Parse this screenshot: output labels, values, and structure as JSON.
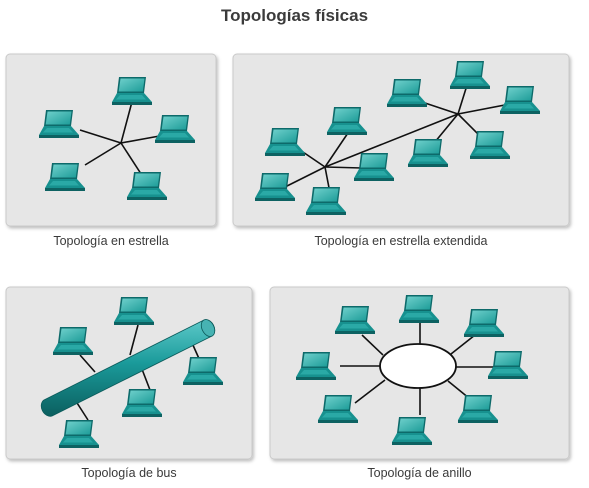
{
  "title": "Topologías físicas",
  "panels": {
    "star": {
      "caption": "Topología en estrella"
    },
    "extended_star": {
      "caption": "Topología en estrella extendida"
    },
    "bus": {
      "caption": "Topología de bus"
    },
    "ring": {
      "caption": "Topología de anillo"
    }
  },
  "colors": {
    "panel_bg": "#e6e6e6",
    "panel_border": "#c9c9c9",
    "laptop_teal": "#1a9a9a",
    "laptop_dark": "#0e6f6f",
    "bus_cable": "#1a9090",
    "link": "#111111"
  },
  "icons": {
    "node": "laptop-icon",
    "ring_hub": "ellipse-ring",
    "bus_cable": "cylinder-cable"
  }
}
